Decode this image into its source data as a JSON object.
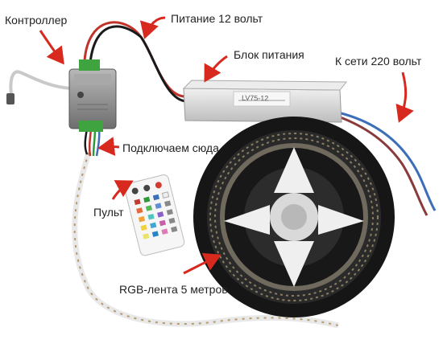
{
  "labels": {
    "controller": "Контроллер",
    "power_12v": "Питание 12 вольт",
    "power_supply": "Блок питания",
    "mains_220v": "К сети 220 вольт",
    "connect_here": "Подключаем сюда",
    "remote": "Пульт",
    "rgb_strip": "RGB-лента 5 метров"
  },
  "devices": {
    "power_supply_model": "LV75-12"
  },
  "colors": {
    "annotation_arrow": "#d8291f",
    "label_text": "#222222",
    "reel": "#161616",
    "power_supply_body": "#dcdcdc",
    "controller_body": "#8f8f8f",
    "wire_red": "#c0332a",
    "wire_black": "#1a1a1a",
    "wire_blue": "#3d6fb8",
    "wire_brown": "#8a3a3a"
  }
}
